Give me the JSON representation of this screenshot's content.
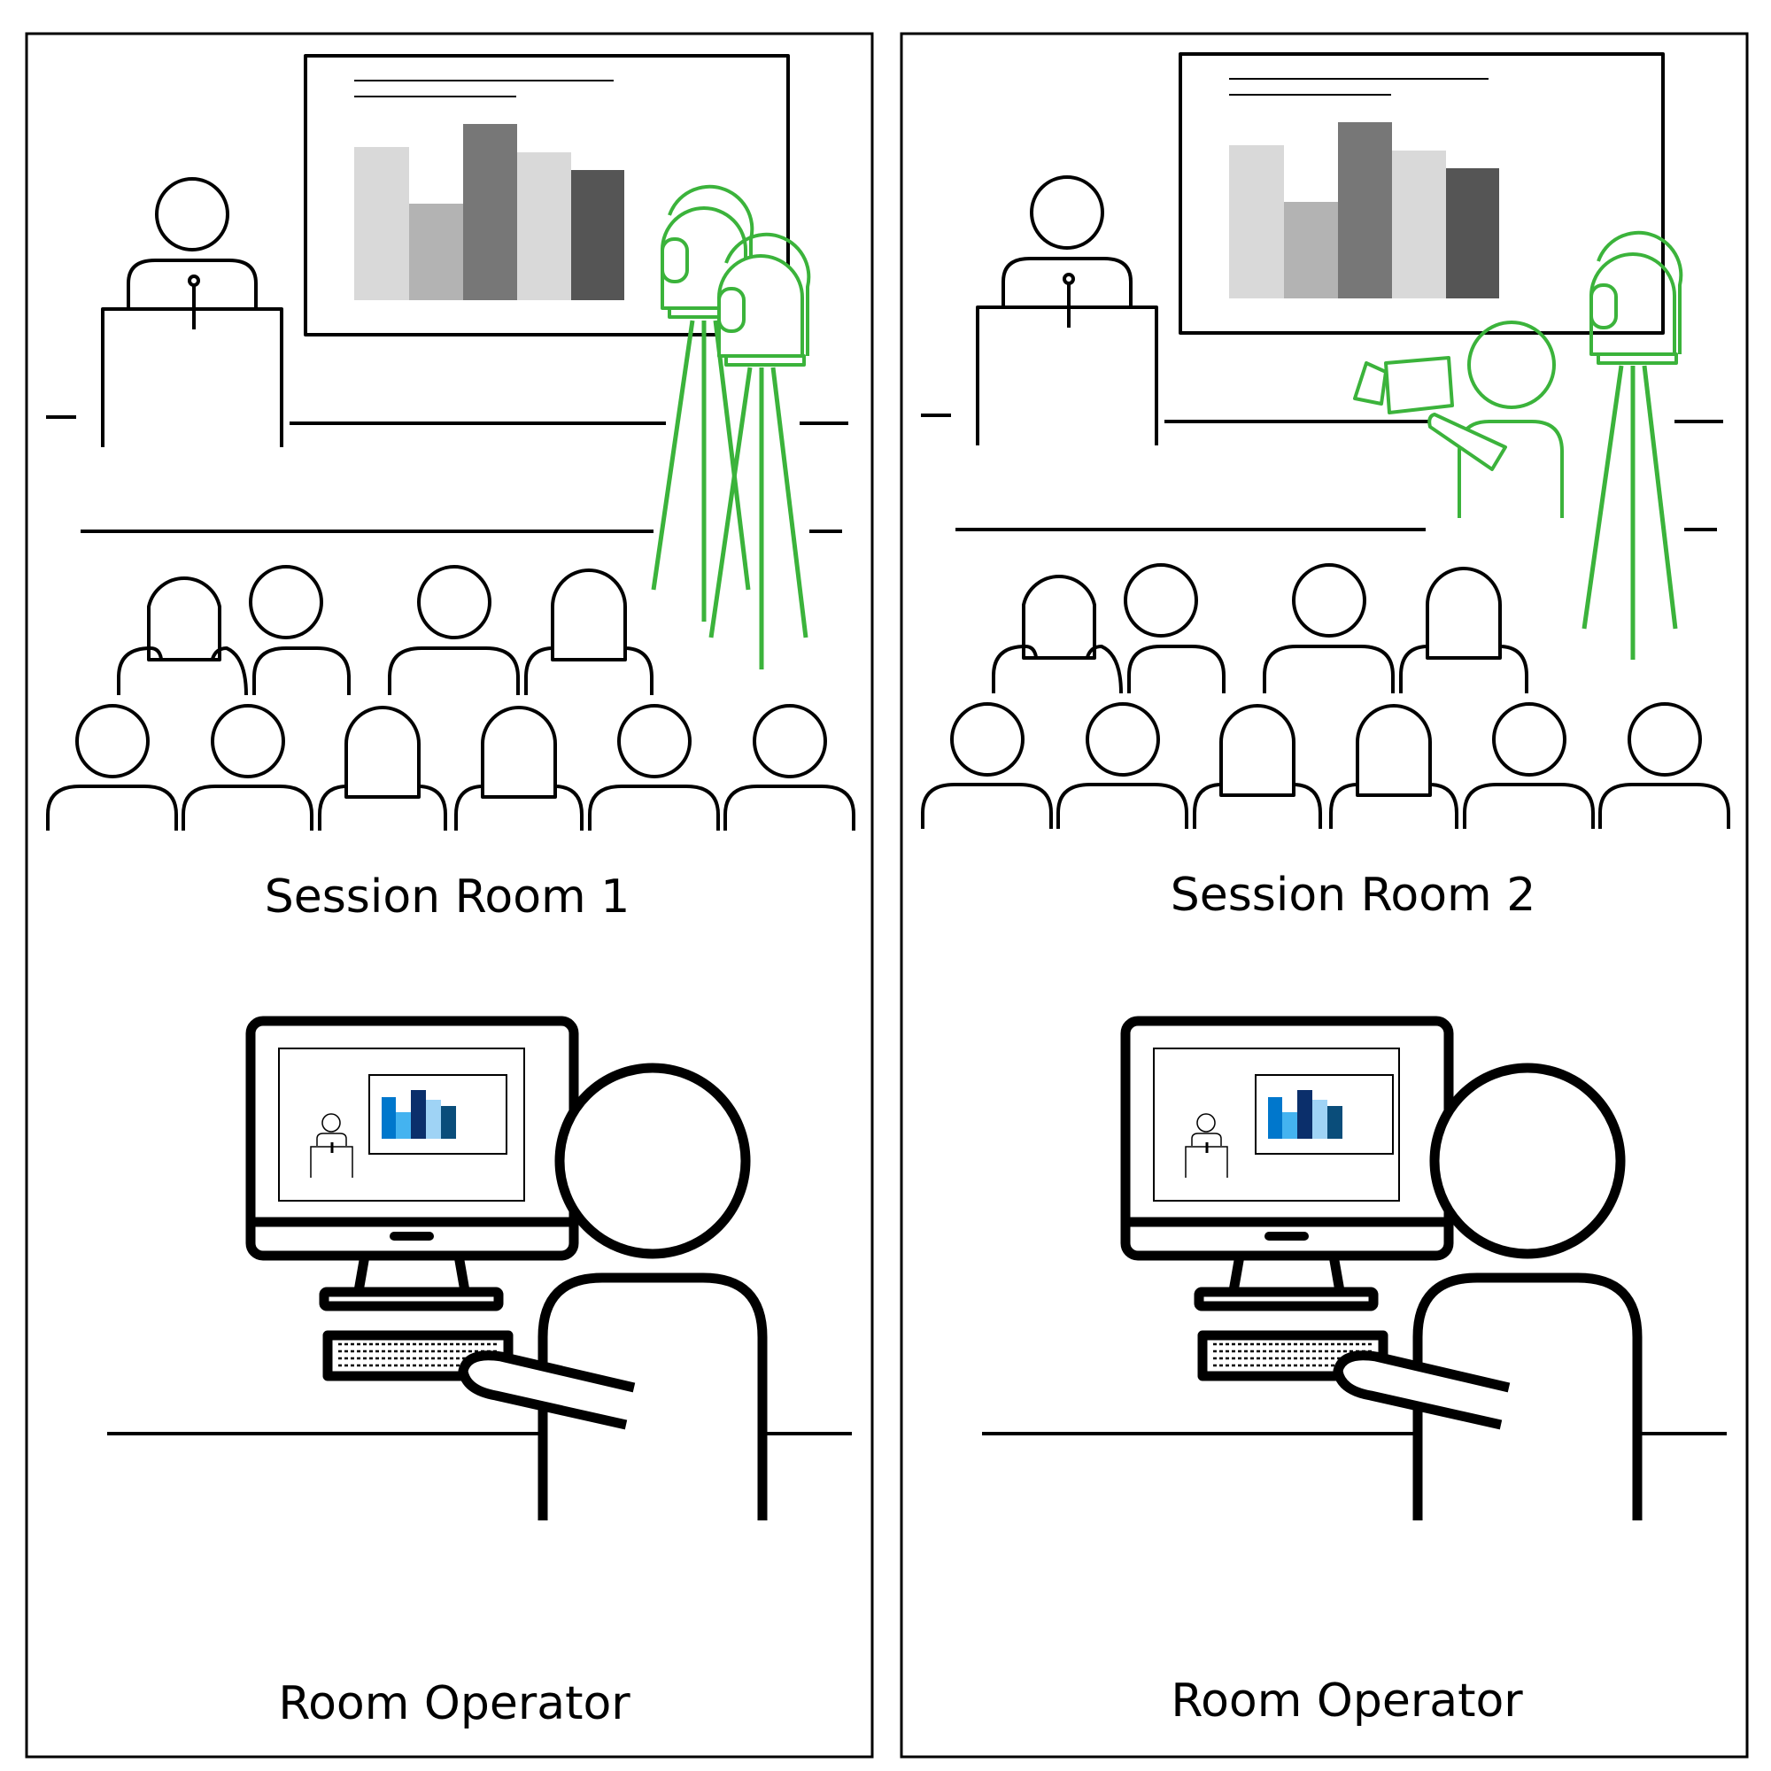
{
  "panels": [
    {
      "room_label": "Session Room 1",
      "operator_label": "Room Operator",
      "slide_bar_colors": [
        "#d9d9d9",
        "#b3b3b3",
        "#777777",
        "#d9d9d9",
        "#555555"
      ],
      "monitor_bar_colors": [
        "#0077cc",
        "#44b3f0",
        "#0b2f6b",
        "#9fd3f5",
        "#0a4d7a"
      ],
      "camera_setup": "two-tripod-cameras"
    },
    {
      "room_label": "Session Room 2",
      "operator_label": "Room Operator",
      "slide_bar_colors": [
        "#d9d9d9",
        "#b3b3b3",
        "#777777",
        "#d9d9d9",
        "#555555"
      ],
      "monitor_bar_colors": [
        "#0077cc",
        "#44b3f0",
        "#0b2f6b",
        "#9fd3f5",
        "#0a4d7a"
      ],
      "camera_setup": "tripod-camera-and-camera-operator"
    }
  ],
  "colors": {
    "ink": "#000000",
    "camera_green": "#3bb33b",
    "background": "#ffffff"
  }
}
